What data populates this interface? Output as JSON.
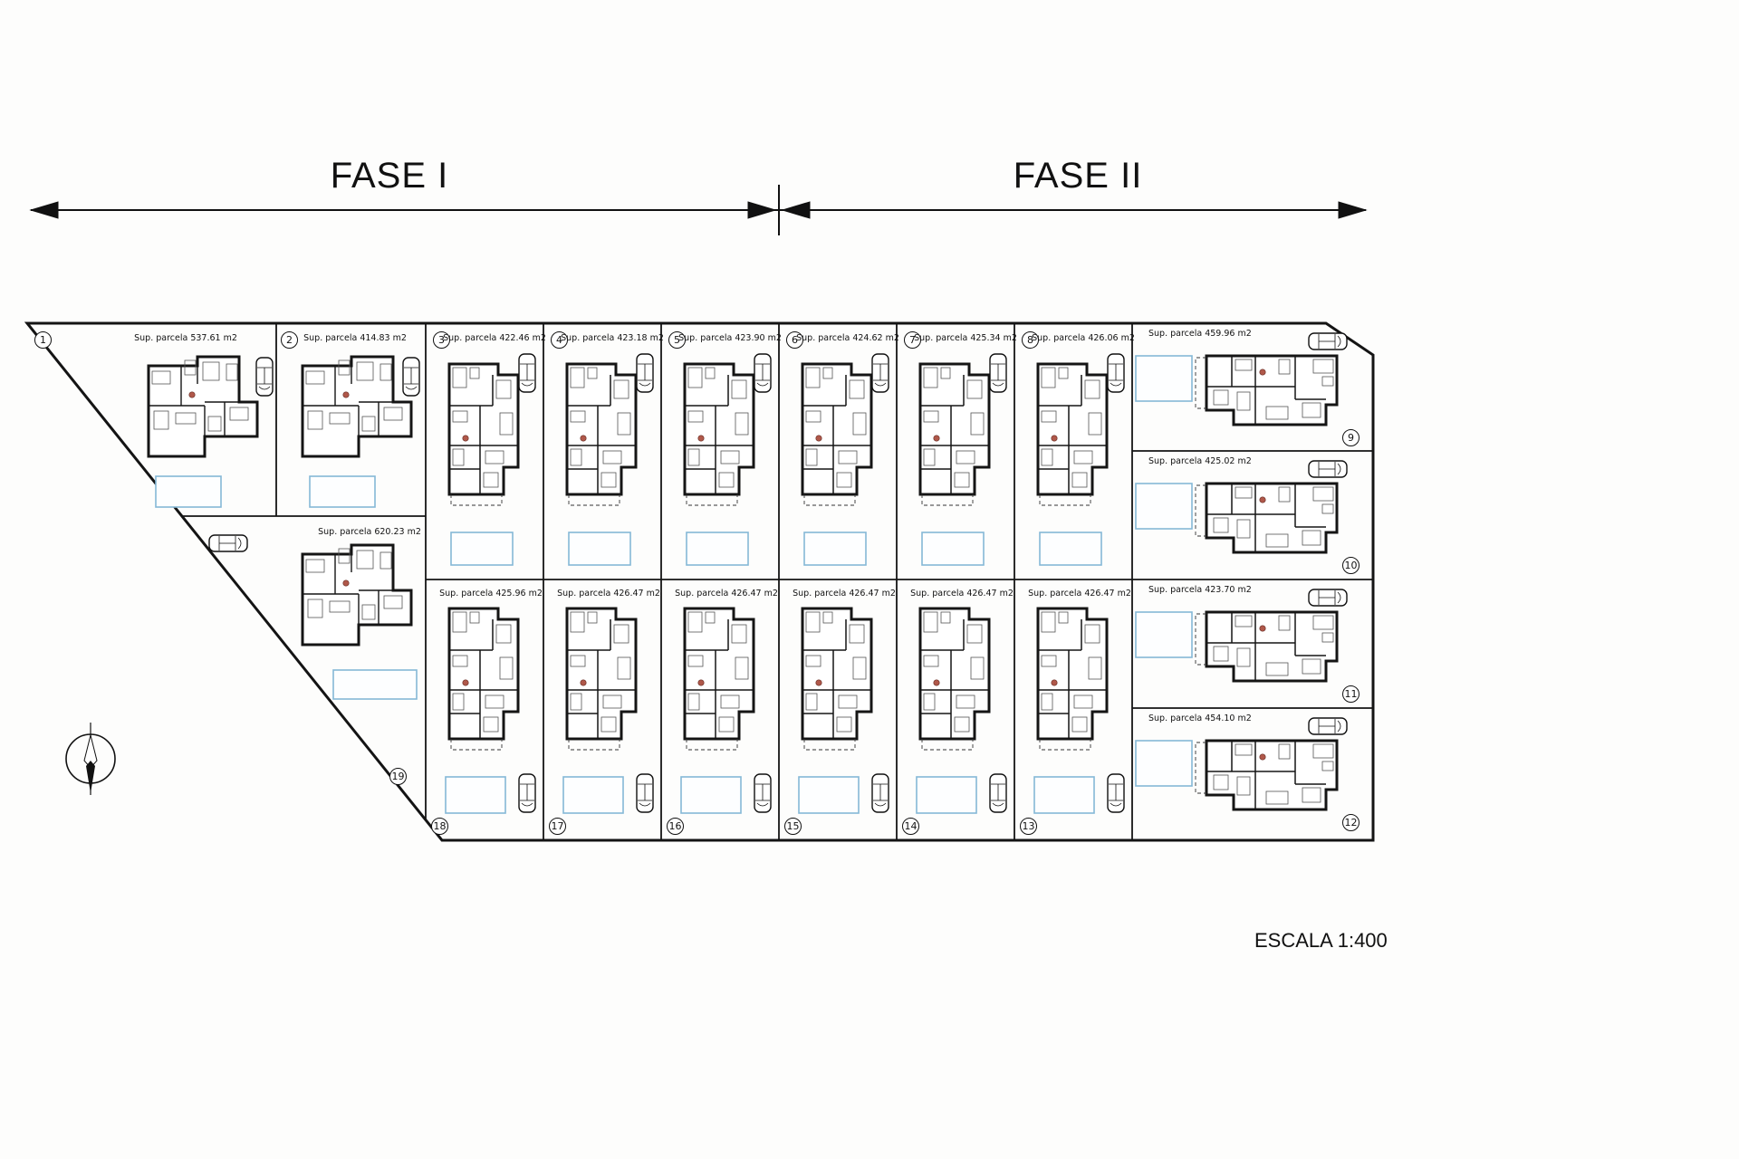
{
  "header": {
    "fase1": "FASE I",
    "fase2": "FASE II"
  },
  "footer": {
    "scale_label": "ESCALA  1:400"
  },
  "colors": {
    "line": "#1a1a1a",
    "pool_stroke": "#85b8d6",
    "marker_red": "#b0584a"
  },
  "parcels": [
    {
      "number": "1",
      "area_label": "Sup. parcela 537.61 m2"
    },
    {
      "number": "2",
      "area_label": "Sup. parcela 414.83 m2"
    },
    {
      "number": "3",
      "area_label": "Sup. parcela 422.46 m2"
    },
    {
      "number": "4",
      "area_label": "Sup. parcela 423.18 m2"
    },
    {
      "number": "5",
      "area_label": "Sup. parcela 423.90 m2"
    },
    {
      "number": "6",
      "area_label": "Sup. parcela 424.62 m2"
    },
    {
      "number": "7",
      "area_label": "Sup. parcela 425.34 m2"
    },
    {
      "number": "8",
      "area_label": "Sup. parcela 426.06 m2"
    },
    {
      "number": "9",
      "area_label": "Sup. parcela 459.96 m2"
    },
    {
      "number": "10",
      "area_label": "Sup. parcela 425.02 m2"
    },
    {
      "number": "11",
      "area_label": "Sup. parcela 423.70 m2"
    },
    {
      "number": "12",
      "area_label": "Sup. parcela 454.10 m2"
    },
    {
      "number": "13",
      "area_label": "Sup. parcela 426.47 m2"
    },
    {
      "number": "14",
      "area_label": "Sup. parcela 426.47 m2"
    },
    {
      "number": "15",
      "area_label": "Sup. parcela 426.47 m2"
    },
    {
      "number": "16",
      "area_label": "Sup. parcela 426.47 m2"
    },
    {
      "number": "17",
      "area_label": "Sup. parcela 426.47 m2"
    },
    {
      "number": "18",
      "area_label": "Sup. parcela 425.96 m2"
    },
    {
      "number": "19",
      "area_label": "Sup. parcela 620.23 m2"
    }
  ]
}
